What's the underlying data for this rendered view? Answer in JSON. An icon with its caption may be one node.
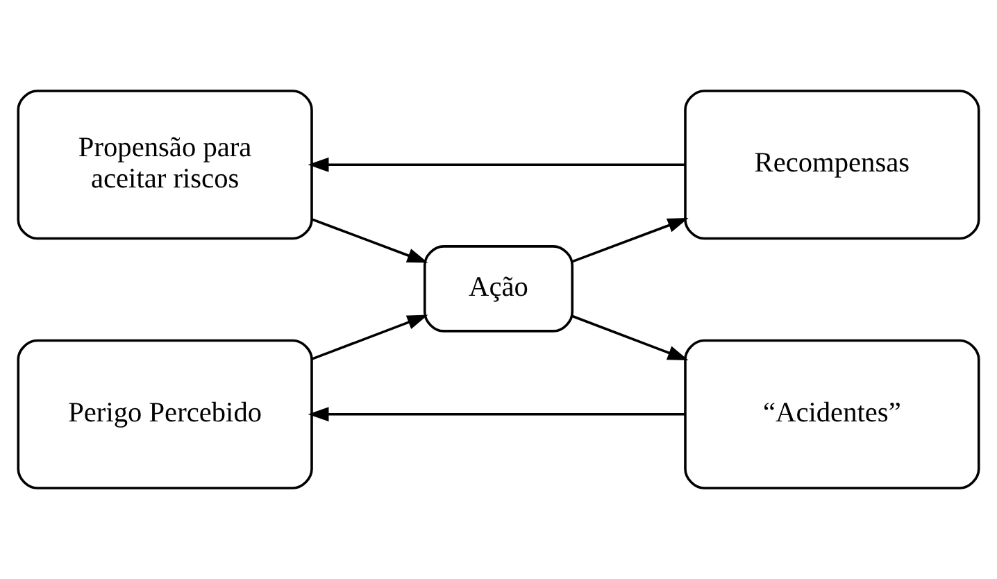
{
  "diagram": {
    "nodes": [
      {
        "text": [
          "Propensão para aceitar riscos"
        ]
      },
      {
        "text": [
          "Recompensas"
        ]
      },
      {
        "text": [
          "Ação"
        ]
      },
      {
        "text": [
          "Perigo Percebido"
        ]
      },
      {
        "text": [
          "“Acidentes”"
        ]
      }
    ],
    "edges": [
      {
        "from": 0,
        "to": 2,
        "arrow": "to"
      },
      {
        "from": 3,
        "to": 2,
        "arrow": "to"
      },
      {
        "from": 2,
        "to": 1,
        "arrow": "to"
      },
      {
        "from": 2,
        "to": 4,
        "arrow": "to"
      },
      {
        "from": 1,
        "to": 0,
        "arrow": "to"
      },
      {
        "from": 4,
        "to": 3,
        "arrow": "to"
      }
    ]
  }
}
